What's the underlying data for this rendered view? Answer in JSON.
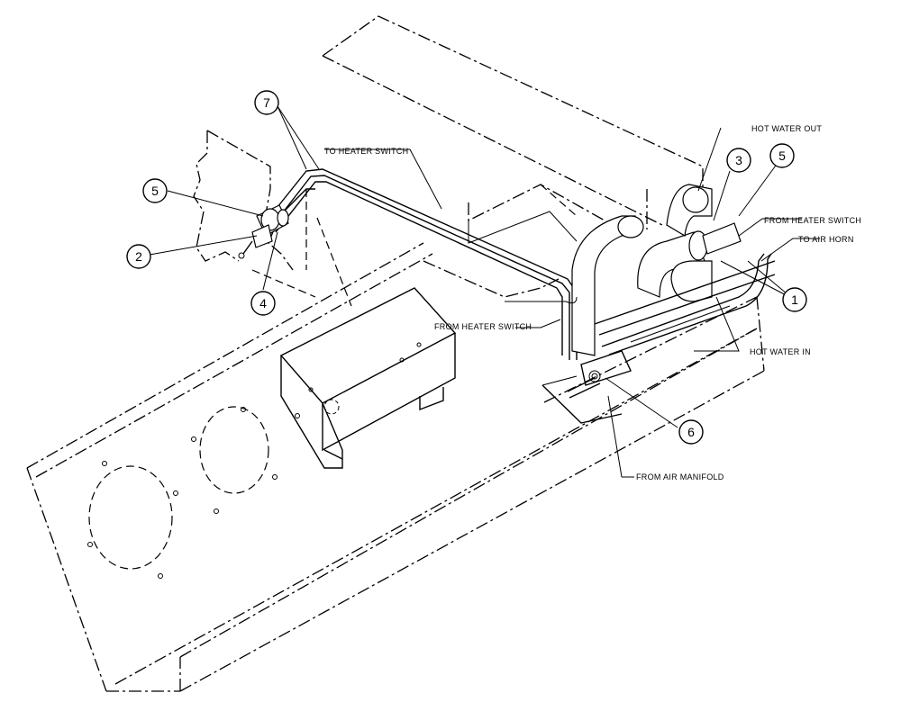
{
  "callouts": {
    "items": [
      {
        "number": "1"
      },
      {
        "number": "2"
      },
      {
        "number": "3"
      },
      {
        "number": "4"
      },
      {
        "number": "5"
      },
      {
        "number": "5"
      },
      {
        "number": "6"
      },
      {
        "number": "7"
      }
    ]
  },
  "labels": {
    "to_heater_switch": "TO HEATER SWITCH",
    "hot_water_out": "HOT WATER OUT",
    "from_heater_switch_right": "FROM HEATER SWITCH",
    "to_air_horn": "TO AIR HORN",
    "from_heater_switch_center": "FROM HEATER SWITCH",
    "hot_water_in": "HOT WATER IN",
    "from_air_manifold": "FROM AIR MANIFOLD"
  }
}
